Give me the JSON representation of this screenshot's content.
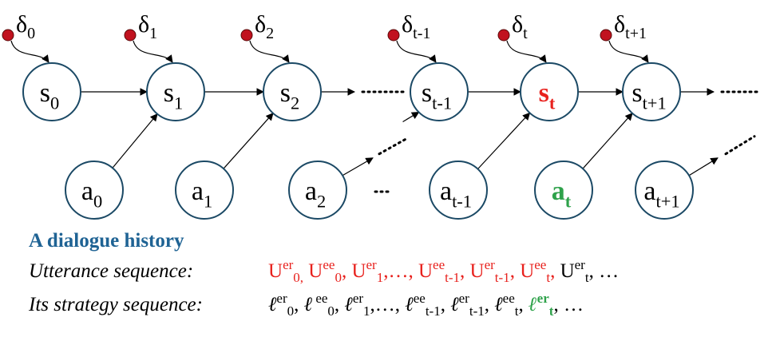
{
  "diagram": {
    "noise_nodes": [
      {
        "base": "δ",
        "sub": "0"
      },
      {
        "base": "δ",
        "sub": "1"
      },
      {
        "base": "δ",
        "sub": "2"
      },
      {
        "base": "δ",
        "sub": "t-1"
      },
      {
        "base": "δ",
        "sub": "t"
      },
      {
        "base": "δ",
        "sub": "t+1"
      }
    ],
    "state_nodes": [
      {
        "base": "s",
        "sub": "0",
        "highlight": ""
      },
      {
        "base": "s",
        "sub": "1",
        "highlight": ""
      },
      {
        "base": "s",
        "sub": "2",
        "highlight": ""
      },
      {
        "base": "s",
        "sub": "t-1",
        "highlight": ""
      },
      {
        "base": "s",
        "sub": "t",
        "highlight": "red"
      },
      {
        "base": "s",
        "sub": "t+1",
        "highlight": ""
      }
    ],
    "action_nodes": [
      {
        "base": "a",
        "sub": "0",
        "highlight": ""
      },
      {
        "base": "a",
        "sub": "1",
        "highlight": ""
      },
      {
        "base": "a",
        "sub": "2",
        "highlight": ""
      },
      {
        "base": "a",
        "sub": "t-1",
        "highlight": ""
      },
      {
        "base": "a",
        "sub": "t",
        "highlight": "green"
      },
      {
        "base": "a",
        "sub": "t+1",
        "highlight": ""
      }
    ],
    "ellipsis": "…",
    "colors": {
      "node_stroke": "#1b4965",
      "noise_dot": "#c1121f",
      "noise_stroke": "#5a0a0a",
      "red": "#e8211d",
      "green": "#2fa24b"
    }
  },
  "history": {
    "title": "A dialogue history",
    "utterance_label": "Utterance sequence:",
    "strategy_label": "Its strategy sequence:",
    "utterance_tokens": [
      {
        "base": "U",
        "sup": "er",
        "sub": "0,",
        "sep": " ",
        "color": "red"
      },
      {
        "base": "U",
        "sup": "ee",
        "sub": "0",
        "sep": ", ",
        "color": "red"
      },
      {
        "base": "U",
        "sup": "er",
        "sub": "1",
        "sep": ",…, ",
        "color": "red"
      },
      {
        "base": "U",
        "sup": "ee",
        "sub": "t-1",
        "sep": ",  ",
        "color": "red"
      },
      {
        "base": "U",
        "sup": "er",
        "sub": "t-1",
        "sep": ", ",
        "color": "red"
      },
      {
        "base": "U",
        "sup": "ee",
        "sub": "t",
        "sep": ", ",
        "color": "red"
      },
      {
        "base": "U",
        "sup": "er",
        "sub": "t",
        "sep": ", …",
        "color": ""
      }
    ],
    "strategy_tokens": [
      {
        "base": "ℓ",
        "sup": "er",
        "sub": "0",
        "sep": ", ",
        "color": ""
      },
      {
        "base": "ℓ",
        "sup": " ee",
        "sub": "0",
        "sep": ", ",
        "color": ""
      },
      {
        "base": "ℓ",
        "sup": "er",
        "sub": "1",
        "sep": ",…, ",
        "color": ""
      },
      {
        "base": "ℓ",
        "sup": "ee",
        "sub": "t-1",
        "sep": ", ",
        "color": ""
      },
      {
        "base": "ℓ",
        "sup": "er",
        "sub": "t-1",
        "sep": ", ",
        "color": ""
      },
      {
        "base": "ℓ",
        "sup": "ee",
        "sub": "t",
        "sep": ", ",
        "color": ""
      },
      {
        "base": "ℓ",
        "sup": "er",
        "sub": "t",
        "sep": ", …",
        "color": "green"
      }
    ]
  }
}
